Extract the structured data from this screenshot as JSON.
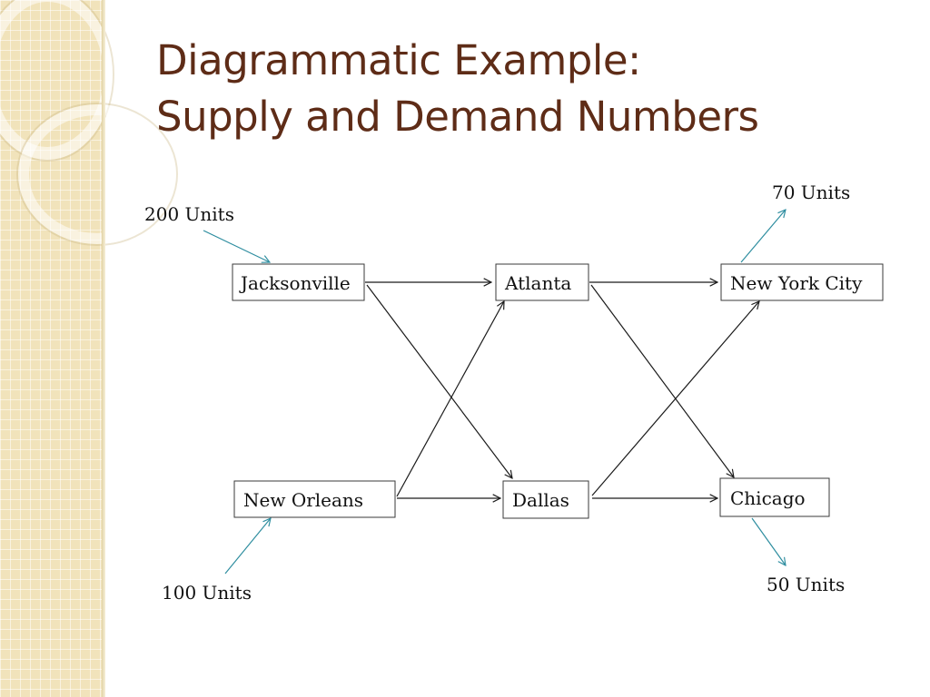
{
  "title": {
    "line1": "Diagrammatic Example:",
    "line2": "Supply and Demand Numbers"
  },
  "nodes": {
    "jacksonville": "Jacksonville",
    "atlanta": "Atlanta",
    "new_york_city": "New York City",
    "new_orleans": "New Orleans",
    "dallas": "Dallas",
    "chicago": "Chicago"
  },
  "units": {
    "jacksonville_supply": "200 Units",
    "new_orleans_supply": "100 Units",
    "new_york_demand": "70 Units",
    "chicago_demand": "50 Units"
  },
  "colors": {
    "title": "#5e2c17",
    "flow_arrow": "#2f8ea0",
    "edge_arrow": "#1a1a1a",
    "side_band": "#f1e3bb"
  }
}
